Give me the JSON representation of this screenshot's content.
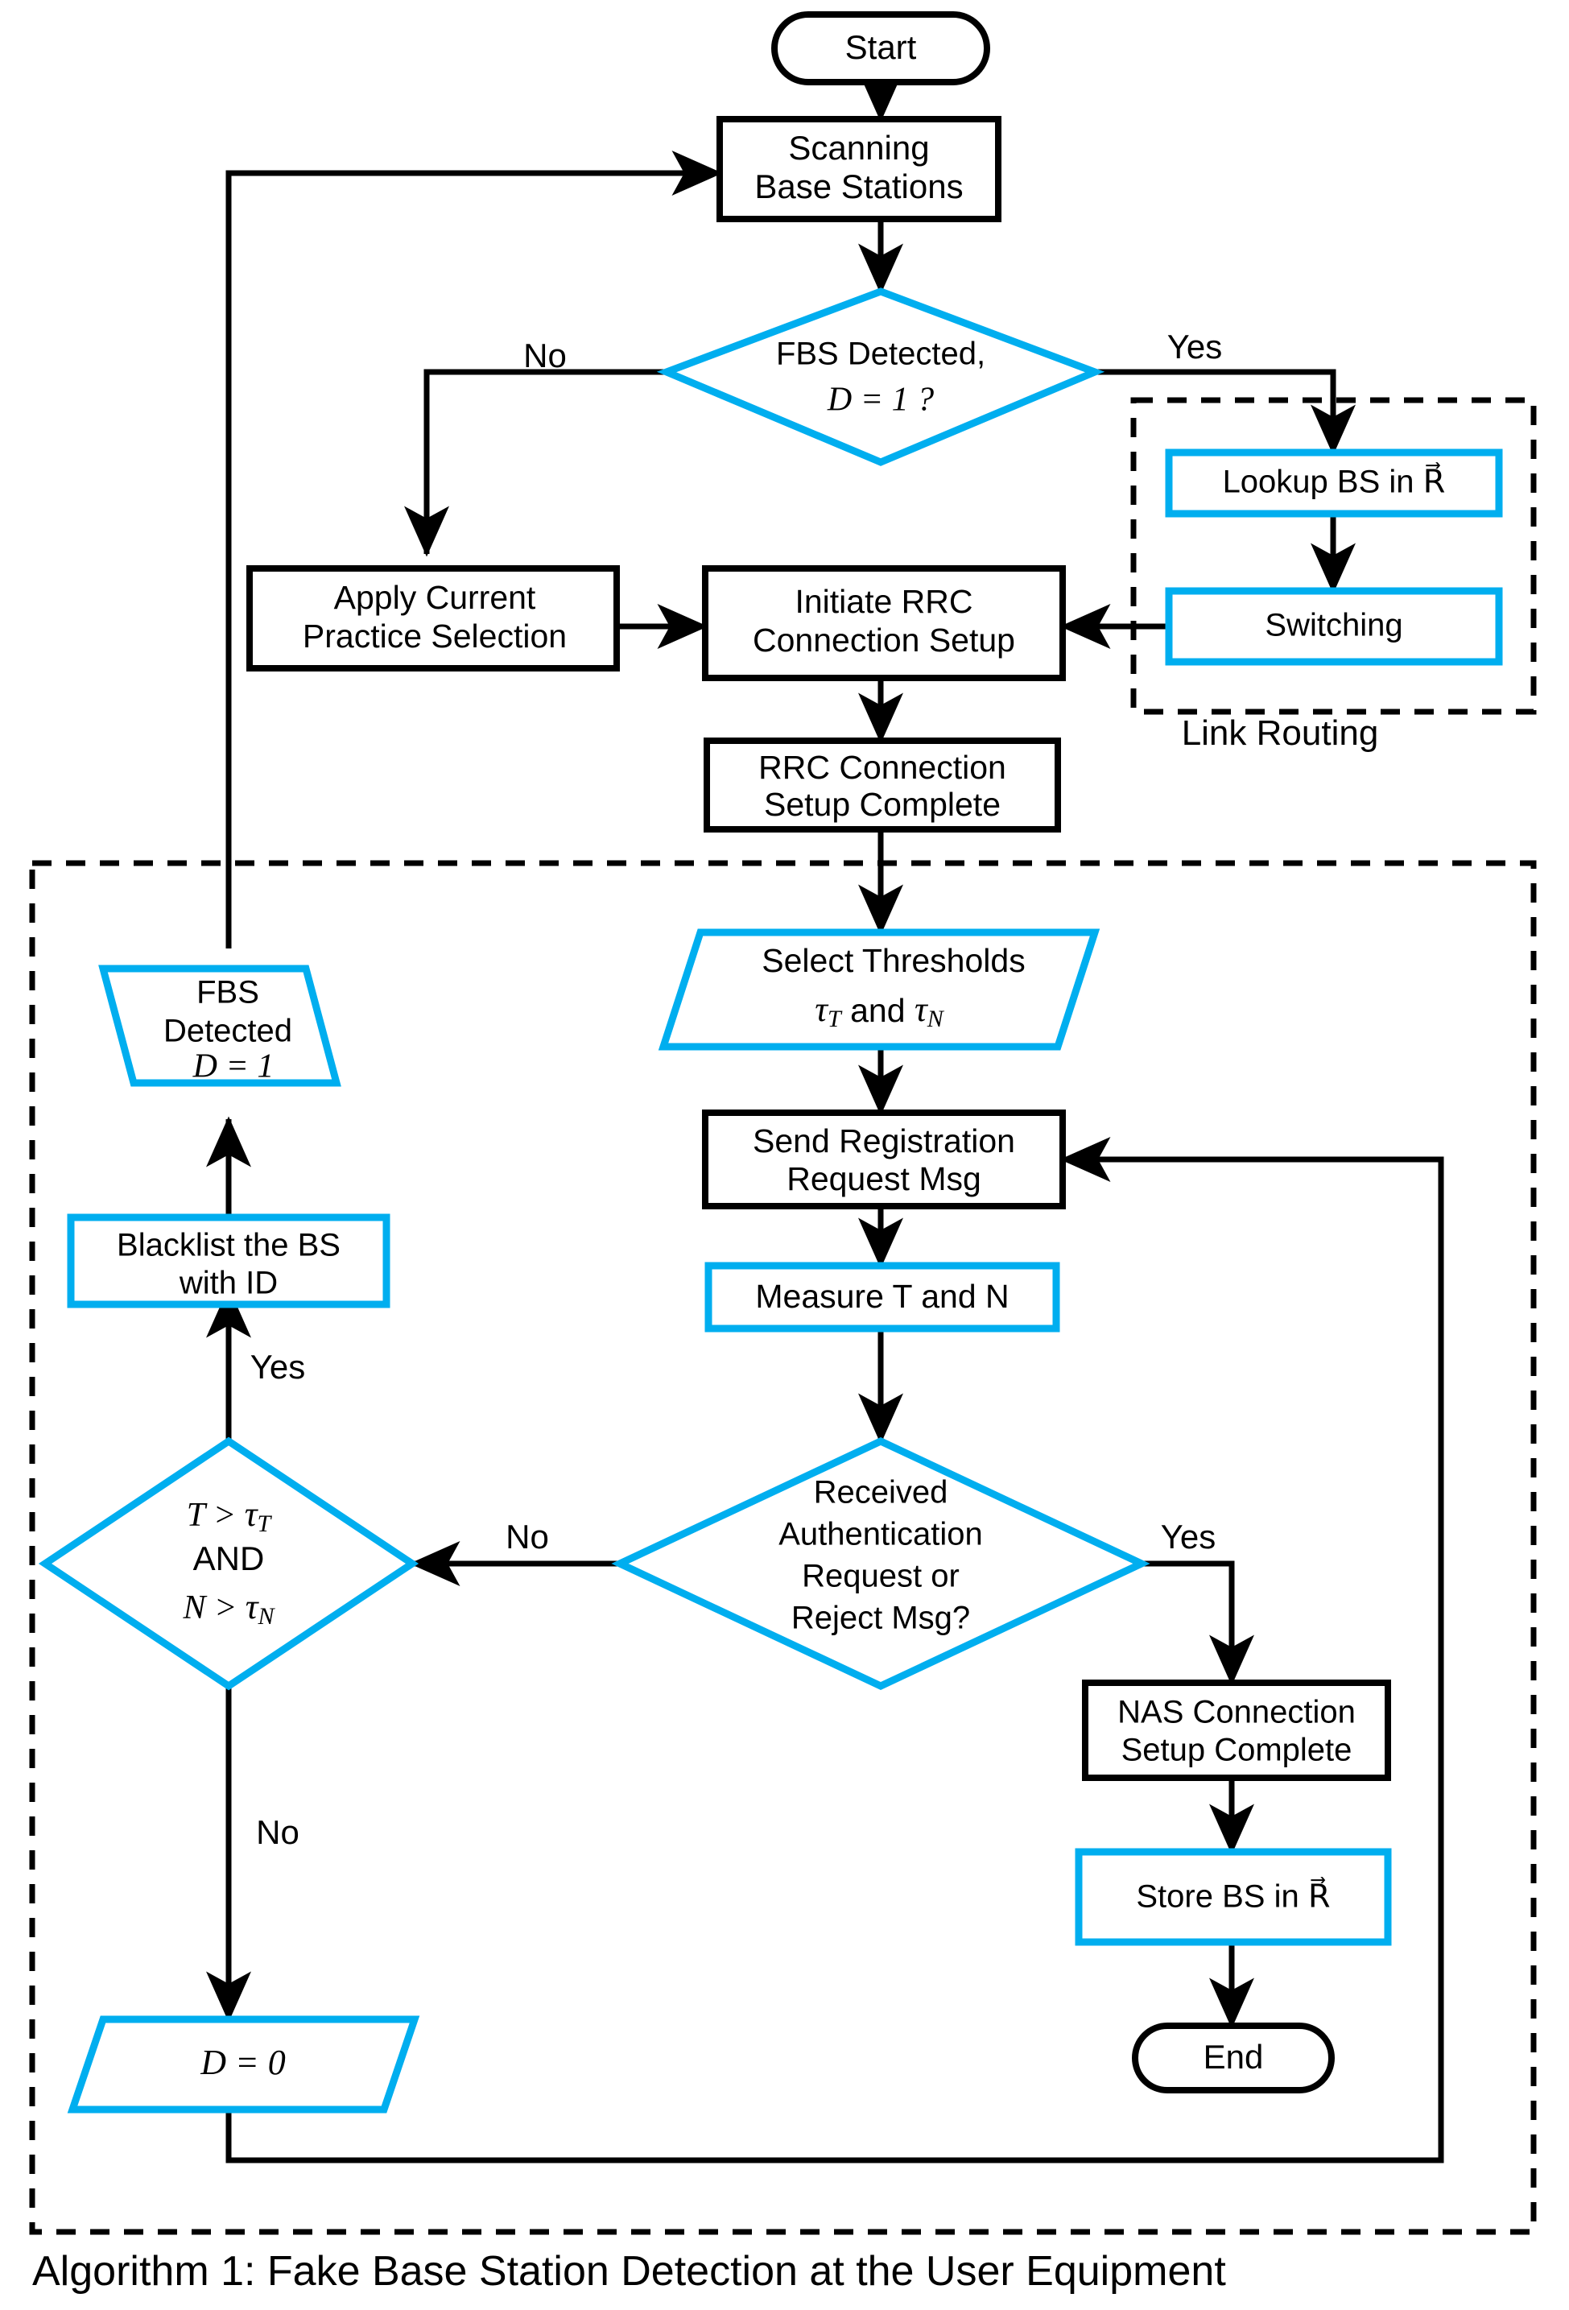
{
  "colors": {
    "accent": "#00AEEF",
    "stroke": "#000000",
    "background": "#FFFFFF"
  },
  "caption": "Algorithm 1: Fake Base Station Detection at the User Equipment",
  "groups": [
    {
      "id": "link-routing",
      "label": "Link Routing"
    },
    {
      "id": "detection-region",
      "label": ""
    }
  ],
  "nodes": {
    "start": {
      "label": "Start",
      "shape": "terminator",
      "color": "#000000"
    },
    "scanning": {
      "line1": "Scanning",
      "line2": "Base Stations",
      "shape": "process",
      "color": "#000000"
    },
    "fbs_decision": {
      "line1": "FBS Detected,",
      "line2": "D = 1 ?",
      "shape": "decision",
      "color": "#00AEEF"
    },
    "lookup_bs": {
      "label": "Lookup BS in R⃗",
      "shape": "process",
      "color": "#00AEEF"
    },
    "switching": {
      "label": "Switching",
      "shape": "process",
      "color": "#00AEEF"
    },
    "apply_current": {
      "line1": "Apply Current",
      "line2": "Practice Selection",
      "shape": "process",
      "color": "#000000"
    },
    "initiate_rrc": {
      "line1": "Initiate RRC",
      "line2": "Connection Setup",
      "shape": "process",
      "color": "#000000"
    },
    "rrc_complete": {
      "line1": "RRC Connection",
      "line2": "Setup Complete",
      "shape": "process",
      "color": "#000000"
    },
    "select_thresholds": {
      "line1": "Select Thresholds",
      "line2": "τ_T and τ_N",
      "shape": "io-parallelogram",
      "color": "#00AEEF"
    },
    "send_registration": {
      "line1": "Send Registration",
      "line2": "Request Msg",
      "shape": "process",
      "color": "#000000"
    },
    "measure": {
      "label": "Measure T and N",
      "shape": "process",
      "color": "#00AEEF"
    },
    "received_auth": {
      "line1": "Received",
      "line2": "Authentication",
      "line3": "Request or",
      "line4": "Reject Msg?",
      "shape": "decision",
      "color": "#00AEEF"
    },
    "threshold_check": {
      "line1": "T > τ_T",
      "line2": "AND",
      "line3": "N > τ_N",
      "shape": "decision",
      "color": "#00AEEF"
    },
    "blacklist": {
      "line1": "Blacklist the BS",
      "line2": "with ID",
      "shape": "process",
      "color": "#00AEEF"
    },
    "fbs_detected": {
      "line1": "FBS",
      "line2": "Detected",
      "line3": "D = 1",
      "shape": "io-parallelogram",
      "color": "#00AEEF"
    },
    "d_zero": {
      "label": "D = 0",
      "shape": "io-parallelogram",
      "color": "#00AEEF"
    },
    "nas_complete": {
      "line1": "NAS Connection",
      "line2": "Setup Complete",
      "shape": "process",
      "color": "#000000"
    },
    "store_bs": {
      "label": "Store BS in R⃗",
      "shape": "process",
      "color": "#00AEEF"
    },
    "end": {
      "label": "End",
      "shape": "terminator",
      "color": "#000000"
    }
  },
  "edge_labels": {
    "fbs_no": "No",
    "fbs_yes": "Yes",
    "auth_no": "No",
    "auth_yes": "Yes",
    "thresh_yes": "Yes",
    "thresh_no": "No"
  }
}
